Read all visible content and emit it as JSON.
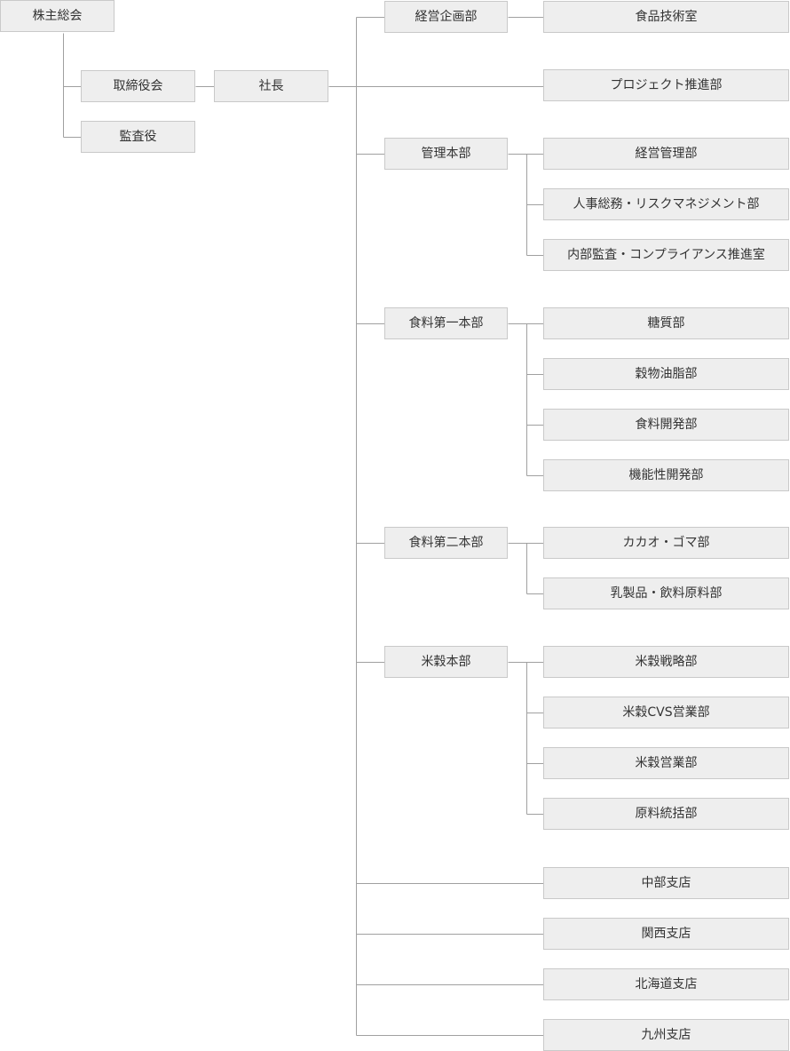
{
  "chart_data": {
    "type": "org-chart",
    "title": "",
    "line_color": "#a0a0a0",
    "box_fill": "#eeeeee",
    "box_border": "#c9c9c9",
    "nodes": {
      "shareholders": "株主総会",
      "board": "取締役会",
      "auditor": "監査役",
      "president": "社長",
      "corp_planning": "経営企画部",
      "food_tech": "食品技術室",
      "project_promo": "プロジェクト推進部",
      "admin_hq": "管理本部",
      "mgmt_admin": "経営管理部",
      "hr_risk": "人事総務・リスクマネジメント部",
      "audit_compliance": "内部監査・コンプライアンス推進室",
      "food1_hq": "食料第一本部",
      "sugar": "糖質部",
      "grain_oil": "穀物油脂部",
      "food_dev": "食料開発部",
      "functional_dev": "機能性開発部",
      "food2_hq": "食料第二本部",
      "cacao_sesame": "カカオ・ゴマ部",
      "dairy_beverage": "乳製品・飲料原料部",
      "rice_hq": "米穀本部",
      "rice_strategy": "米穀戦略部",
      "rice_cvs": "米穀CVS営業部",
      "rice_sales": "米穀営業部",
      "raw_materials": "原料統括部",
      "chubu": "中部支店",
      "kansai": "関西支店",
      "hokkaido": "北海道支店",
      "kyushu": "九州支店"
    },
    "edges": [
      [
        "shareholders",
        "board"
      ],
      [
        "shareholders",
        "auditor"
      ],
      [
        "board",
        "president"
      ],
      [
        "president",
        "corp_planning"
      ],
      [
        "president",
        "project_promo"
      ],
      [
        "president",
        "admin_hq"
      ],
      [
        "president",
        "food1_hq"
      ],
      [
        "president",
        "food2_hq"
      ],
      [
        "president",
        "rice_hq"
      ],
      [
        "president",
        "chubu"
      ],
      [
        "president",
        "kansai"
      ],
      [
        "president",
        "hokkaido"
      ],
      [
        "president",
        "kyushu"
      ],
      [
        "corp_planning",
        "food_tech"
      ],
      [
        "admin_hq",
        "mgmt_admin"
      ],
      [
        "admin_hq",
        "hr_risk"
      ],
      [
        "admin_hq",
        "audit_compliance"
      ],
      [
        "food1_hq",
        "sugar"
      ],
      [
        "food1_hq",
        "grain_oil"
      ],
      [
        "food1_hq",
        "food_dev"
      ],
      [
        "food1_hq",
        "functional_dev"
      ],
      [
        "food2_hq",
        "cacao_sesame"
      ],
      [
        "food2_hq",
        "dairy_beverage"
      ],
      [
        "rice_hq",
        "rice_strategy"
      ],
      [
        "rice_hq",
        "rice_cvs"
      ],
      [
        "rice_hq",
        "rice_sales"
      ],
      [
        "rice_hq",
        "raw_materials"
      ]
    ]
  }
}
